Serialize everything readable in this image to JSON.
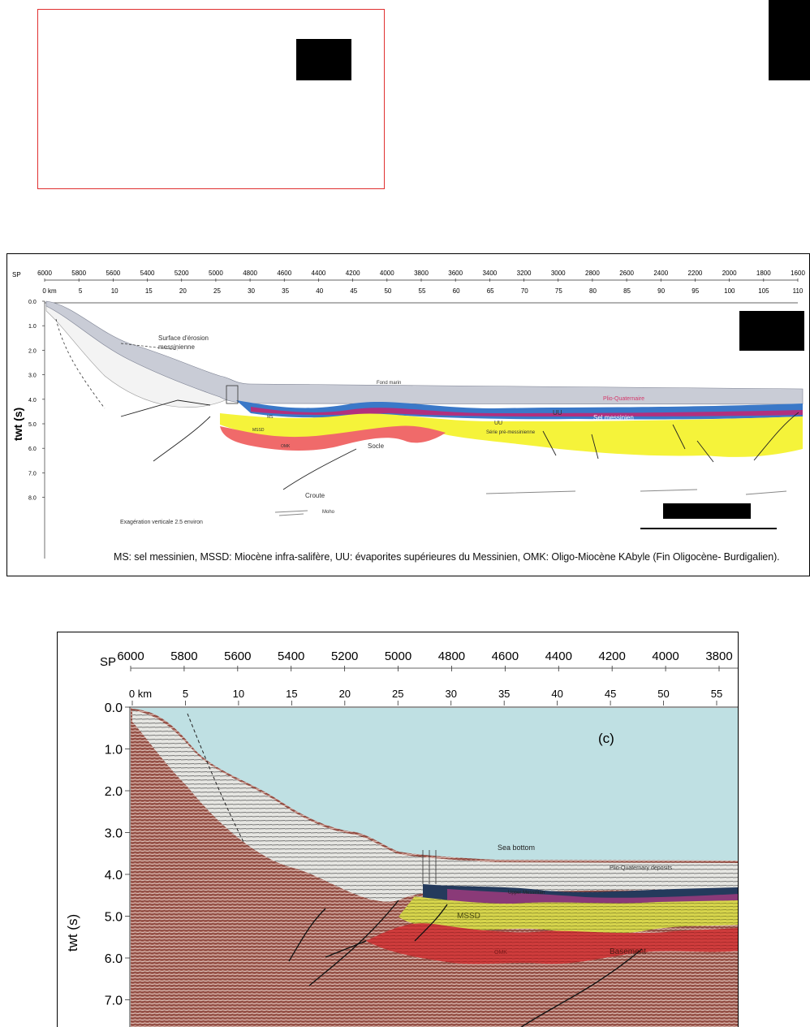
{
  "top_area": {
    "red_box_color": "#e03030"
  },
  "section_b": {
    "sp_prefix": "SP",
    "sp_ticks": [
      "6000",
      "5800",
      "5600",
      "5400",
      "5200",
      "5000",
      "4800",
      "4600",
      "4400",
      "4200",
      "4000",
      "3800",
      "3600",
      "3400",
      "3200",
      "3000",
      "2800",
      "2600",
      "2400",
      "2200",
      "2000",
      "1800",
      "1600"
    ],
    "km_ticks": [
      "0 km",
      "5",
      "10",
      "15",
      "20",
      "25",
      "30",
      "35",
      "40",
      "45",
      "50",
      "55",
      "60",
      "65",
      "70",
      "75",
      "80",
      "85",
      "90",
      "95",
      "100",
      "105",
      "110"
    ],
    "twt_ticks": [
      "0.0",
      "1.0",
      "2.0",
      "3.0",
      "4.0",
      "5.0",
      "6.0",
      "7.0",
      "8.0"
    ],
    "y_label": "twt (s)",
    "labels": {
      "erosion_1": "Surface d'érosion",
      "erosion_2": "messinienne",
      "fond_marin": "Fond marin",
      "plio": "Plio-Quaternaire",
      "uu_a": "UU",
      "uu_b": "UU",
      "sel": "Sel messinien",
      "pre": "Série pré-messinienne",
      "ms": "MS",
      "mssd": "MSSD",
      "omk": "OMK",
      "socle": "Socle",
      "croute": "Croute",
      "moho": "Moho",
      "exag": "Exagération verticale 2.5 environ"
    },
    "caption": "MS: sel messinien, MSSD: Miocène infra-salifère, UU: évaporites supérieures du Messinien, OMK: Oligo-Miocène KAbyle (Fin Oligocène- Burdigalien)."
  },
  "section_c": {
    "sp_prefix": "SP",
    "sp_ticks": [
      "6000",
      "5800",
      "5600",
      "5400",
      "5200",
      "5000",
      "4800",
      "4600",
      "4400",
      "4200",
      "4000",
      "3800"
    ],
    "km_ticks": [
      "0 km",
      "5",
      "10",
      "15",
      "20",
      "25",
      "30",
      "35",
      "40",
      "45",
      "50",
      "55"
    ],
    "twt_ticks": [
      "0.0",
      "1.0",
      "2.0",
      "3.0",
      "4.0",
      "5.0",
      "6.0",
      "7.0"
    ],
    "y_label": "twt (s)",
    "panel_label": "(c)",
    "labels": {
      "sea_bottom": "Sea bottom",
      "pq": "Plio-Quaternary deposits",
      "um": "Upper Messinian",
      "mssd": "MSSD",
      "omk": "OMK",
      "basement": "Basement"
    },
    "colors": {
      "sea": "#bfe0e3",
      "seismic": "#a5645a",
      "yellow": "#d8d84a",
      "red": "#d04040",
      "purple": "#8a3a78"
    }
  }
}
